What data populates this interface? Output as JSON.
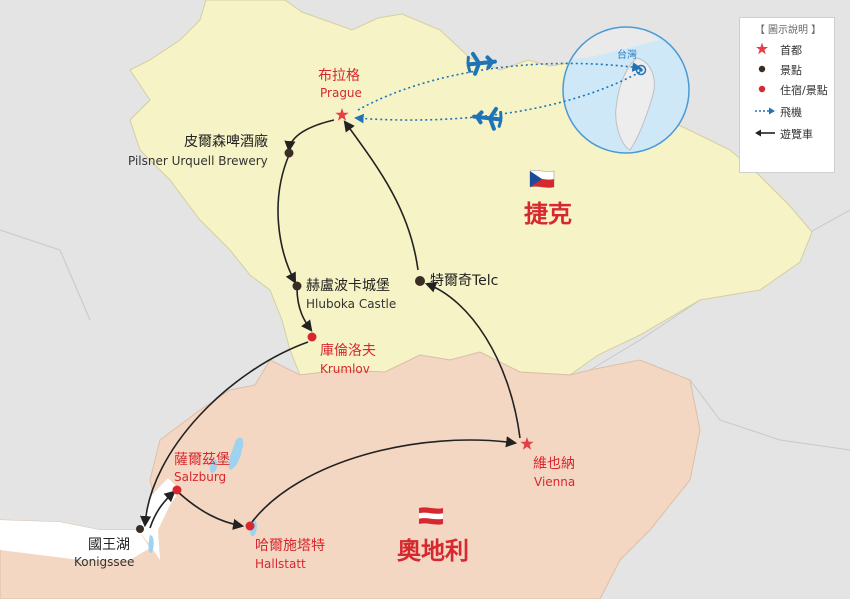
{
  "countries": {
    "czech": {
      "name": "捷克",
      "fill": "#f6f3c6"
    },
    "austria": {
      "name": "奧地利",
      "fill": "#f3d7c2"
    }
  },
  "colors": {
    "route": "#222222",
    "flight": "#1f74b8",
    "capital": "#e53e46",
    "stay": "#d7282f",
    "sight": "#3a2d24",
    "water": "#9fd1f0"
  },
  "places": {
    "prague": {
      "zh": "布拉格",
      "en": "Prague",
      "type": "capital"
    },
    "pilsner": {
      "zh": "皮爾森啤酒廠",
      "en": "Pilsner Urquell Brewery",
      "type": "sight"
    },
    "hluboka": {
      "zh": "赫盧波卡城堡",
      "en": "Hluboka Castle",
      "type": "sight"
    },
    "krumlov": {
      "zh": "庫倫洛夫",
      "en": "Krumlov",
      "type": "stay"
    },
    "salzburg": {
      "zh": "薩爾茲堡",
      "en": "Salzburg",
      "type": "stay"
    },
    "konigssee": {
      "zh": "國王湖",
      "en": "Konigssee",
      "type": "sight"
    },
    "hallstatt": {
      "zh": "哈爾施塔特",
      "en": "Hallstatt",
      "type": "stay"
    },
    "vienna": {
      "zh": "維也納",
      "en": "Vienna",
      "type": "capital"
    },
    "telc": {
      "zh": "特爾奇Telc",
      "type": "sight"
    }
  },
  "inset": {
    "label": "台灣"
  },
  "legend": {
    "title": "【 圖示說明 】",
    "items": [
      {
        "label": "首都",
        "icon": "capital-star-icon"
      },
      {
        "label": "景點",
        "icon": "sight-dot-icon"
      },
      {
        "label": "住宿/景點",
        "icon": "stay-dot-icon"
      },
      {
        "label": "飛機",
        "icon": "flight-dotted-arrow-icon"
      },
      {
        "label": "遊覽車",
        "icon": "coach-arrow-icon"
      }
    ]
  }
}
